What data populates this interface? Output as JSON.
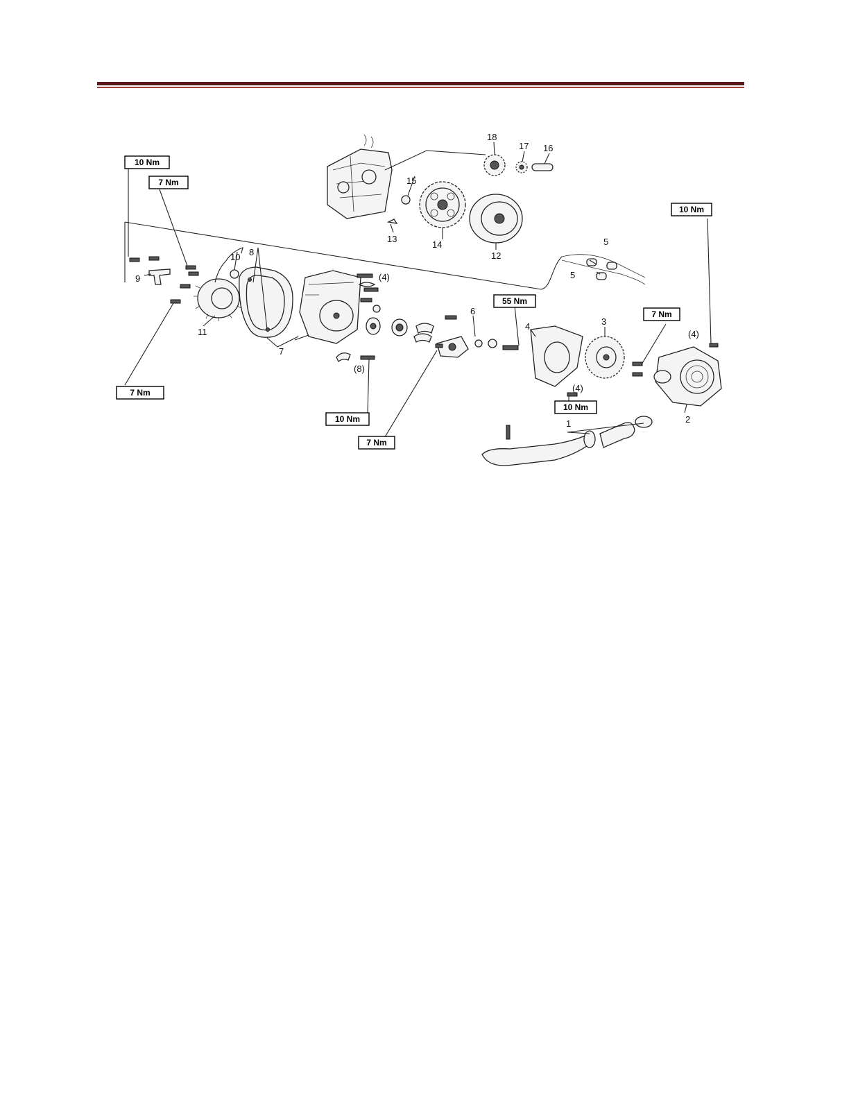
{
  "header": {
    "rule_color": "#5a1a1a"
  },
  "diagram": {
    "torque_labels": [
      "10 Nm",
      "7 Nm",
      "10 Nm",
      "55 Nm",
      "7 Nm",
      "10 Nm",
      "7 Nm",
      "10 Nm",
      "7 Nm"
    ],
    "part_numbers": [
      "1",
      "2",
      "3",
      "4",
      "5",
      "5",
      "6",
      "7",
      "8",
      "9",
      "10",
      "11",
      "12",
      "13",
      "14",
      "15",
      "16",
      "17",
      "18"
    ],
    "quantity_notes": [
      "(4)",
      "(4)",
      "(4)",
      "(8)"
    ]
  }
}
